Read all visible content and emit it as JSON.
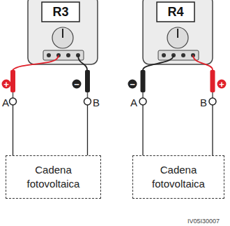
{
  "diagram": {
    "nodes": [
      {
        "text": [
          "Cadena fotovoltaica"
        ]
      },
      {
        "text": [
          "Cadena fotovoltaica"
        ]
      }
    ],
    "labels": [
      "R3",
      "R4",
      "+",
      "−",
      "A",
      "B",
      "−",
      "+",
      "A",
      "B",
      "IV05I30007"
    ]
  }
}
